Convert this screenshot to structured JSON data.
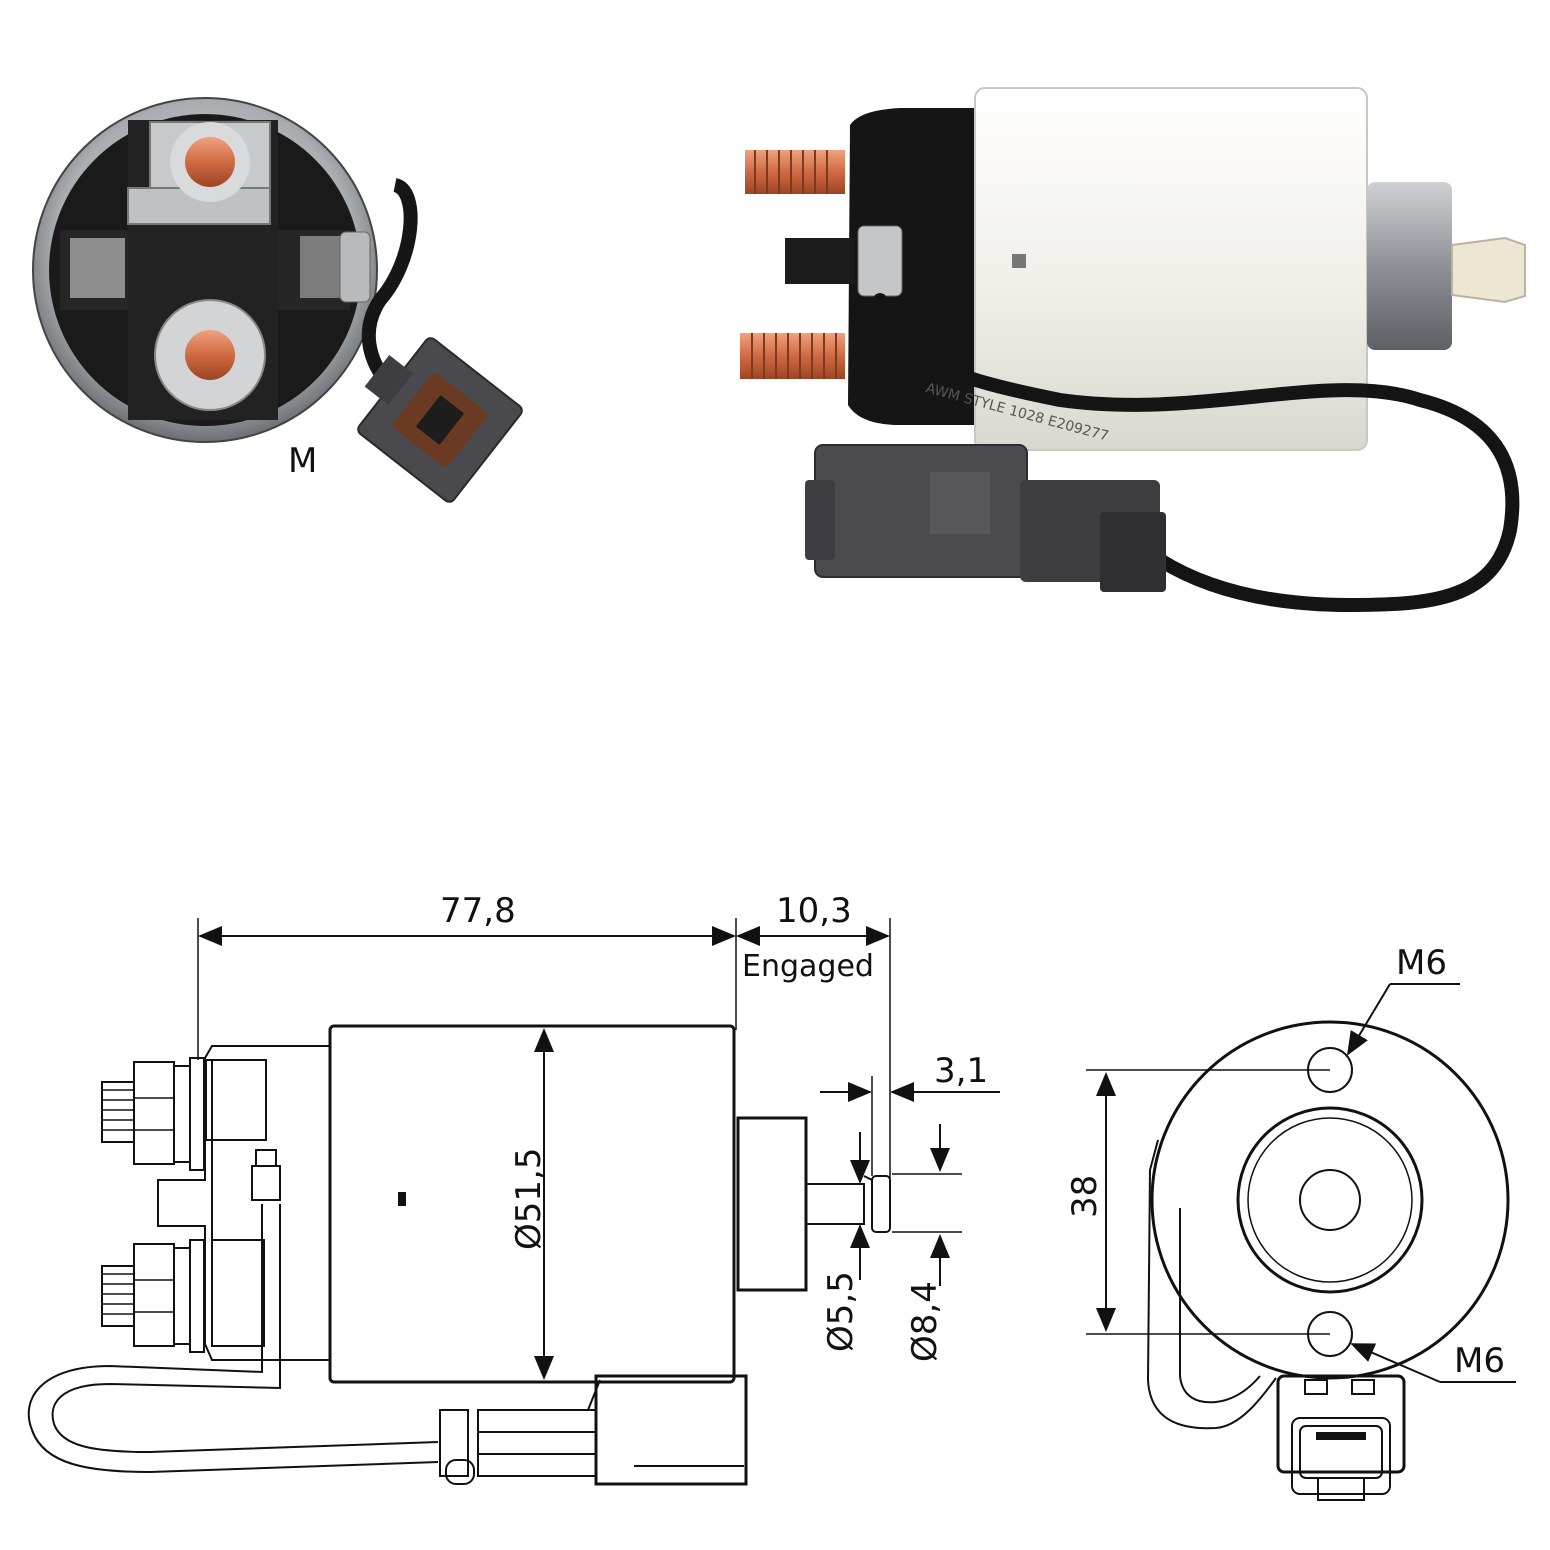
{
  "photos": {
    "end_view_caption": "M",
    "side_view_cable_print": "AWM STYLE 1028 E209277"
  },
  "drawing": {
    "length_label": "77,8",
    "engaged_travel_label": "10,3",
    "engaged_label": "Engaged",
    "plunger_step_label": "3,1",
    "body_diameter_label": "Ø51,5",
    "plunger_diameter_label": "Ø5,5",
    "plunger_head_diameter_label": "Ø8,4",
    "terminal_spacing_label": "38",
    "terminal_top_label": "M6",
    "terminal_bottom_label": "M6"
  },
  "colors": {
    "copper": "#c8653f",
    "body_white": "#f2f1ec",
    "cap_black": "#141414",
    "connector_grey": "#4a4a4e",
    "steel": "#b9bcc0"
  }
}
